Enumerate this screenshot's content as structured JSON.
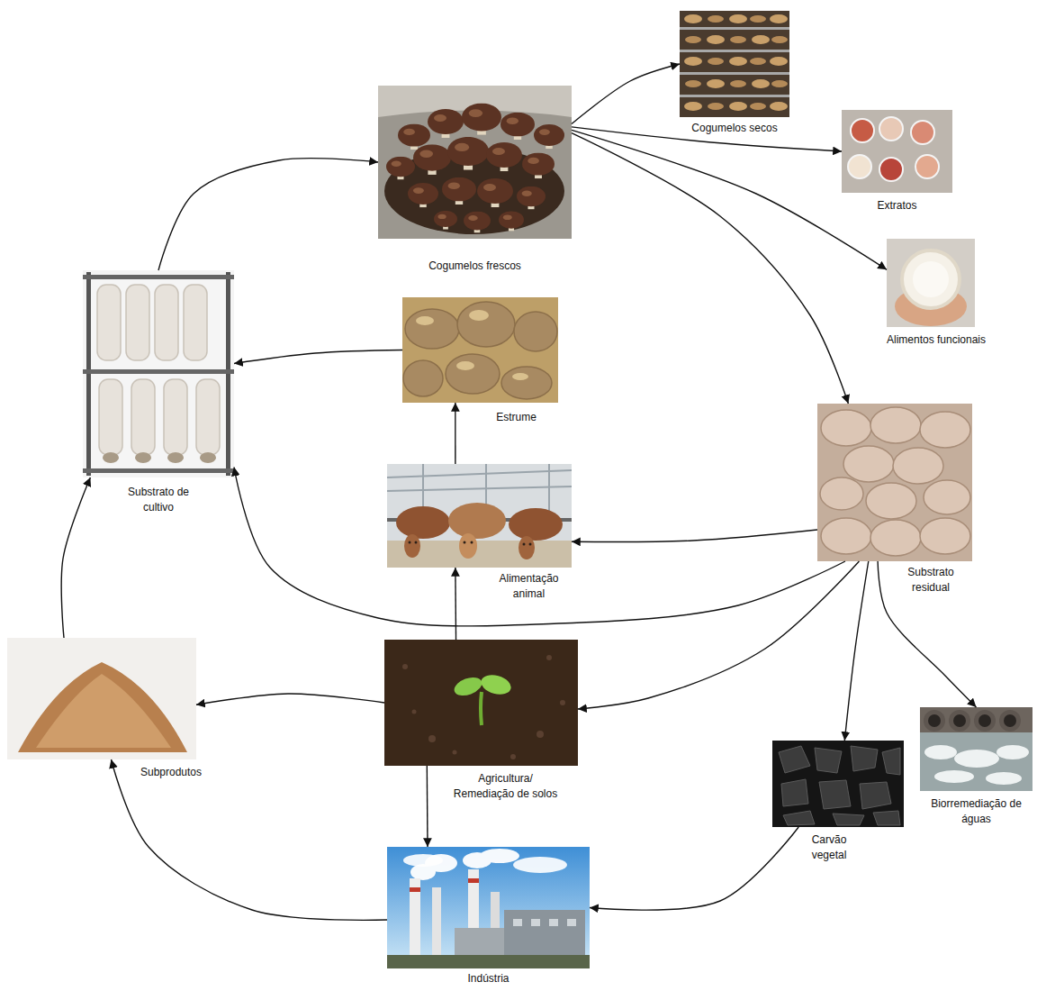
{
  "diagram": {
    "nodes": [
      {
        "text": [
          "Cogumelos frescos"
        ]
      },
      {
        "text": [
          "Cogumelos secos"
        ]
      },
      {
        "text": [
          "Extratos"
        ]
      },
      {
        "text": [
          "Alimentos funcionais"
        ]
      },
      {
        "text": [
          "Substrato de cultivo"
        ]
      },
      {
        "text": [
          "Estrume"
        ]
      },
      {
        "text": [
          "Alimentação animal"
        ]
      },
      {
        "text": [
          "Substrato residual"
        ]
      },
      {
        "text": [
          "Subprodutos"
        ]
      },
      {
        "text": [
          "Agricultura/ Remediação de solos"
        ]
      },
      {
        "text": [
          "Carvão vegetal"
        ]
      },
      {
        "text": [
          "Biorremediação de águas"
        ]
      },
      {
        "text": [
          "Indústria"
        ]
      }
    ],
    "edges": [
      {
        "from": 4,
        "to": 0,
        "arrow": "to"
      },
      {
        "from": 0,
        "to": 1,
        "arrow": "to"
      },
      {
        "from": 0,
        "to": 2,
        "arrow": "to"
      },
      {
        "from": 0,
        "to": 3,
        "arrow": "to"
      },
      {
        "from": 0,
        "to": 7,
        "arrow": "to"
      },
      {
        "from": 7,
        "to": 6,
        "arrow": "to"
      },
      {
        "from": 7,
        "to": 4,
        "arrow": "to"
      },
      {
        "from": 7,
        "to": 9,
        "arrow": "to"
      },
      {
        "from": 7,
        "to": 10,
        "arrow": "to"
      },
      {
        "from": 7,
        "to": 11,
        "arrow": "to"
      },
      {
        "from": 6,
        "to": 5,
        "arrow": "to"
      },
      {
        "from": 5,
        "to": 4,
        "arrow": "to"
      },
      {
        "from": 9,
        "to": 6,
        "arrow": "to"
      },
      {
        "from": 9,
        "to": 8,
        "arrow": "to"
      },
      {
        "from": 9,
        "to": 12,
        "arrow": "to"
      },
      {
        "from": 10,
        "to": 12,
        "arrow": "to"
      },
      {
        "from": 12,
        "to": 8,
        "arrow": "to"
      },
      {
        "from": 8,
        "to": 4,
        "arrow": "to"
      }
    ]
  }
}
